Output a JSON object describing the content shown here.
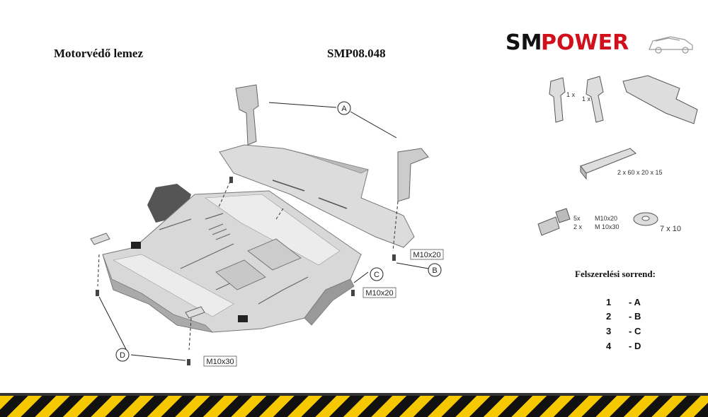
{
  "header": {
    "title": "Motorvédő lemez",
    "product_code": "SMP08.048"
  },
  "logo": {
    "part1": "SM",
    "part2": "POWER",
    "color1": "#111111",
    "color2": "#d0101a"
  },
  "diagram": {
    "callouts": [
      "A",
      "B",
      "C",
      "D"
    ],
    "bolt_labels": [
      "M10x20",
      "M10x20",
      "M10x30"
    ]
  },
  "parts": {
    "bracket_qty_1": "1 x",
    "bracket_qty_2": "1 x",
    "spacer": "2 x  60 x 20 x 15",
    "bolt_qty_1": "5x",
    "bolt_qty_2": "2 x",
    "bolt_size_1": "M10x20",
    "bolt_size_2": "M 10x30",
    "washer": "7  x  10"
  },
  "order": {
    "title": "Felszerelési sorrend:",
    "steps": [
      {
        "num": "1",
        "label": "- A"
      },
      {
        "num": "2",
        "label": "- B"
      },
      {
        "num": "3",
        "label": "- C"
      },
      {
        "num": "4",
        "label": "- D"
      }
    ]
  }
}
